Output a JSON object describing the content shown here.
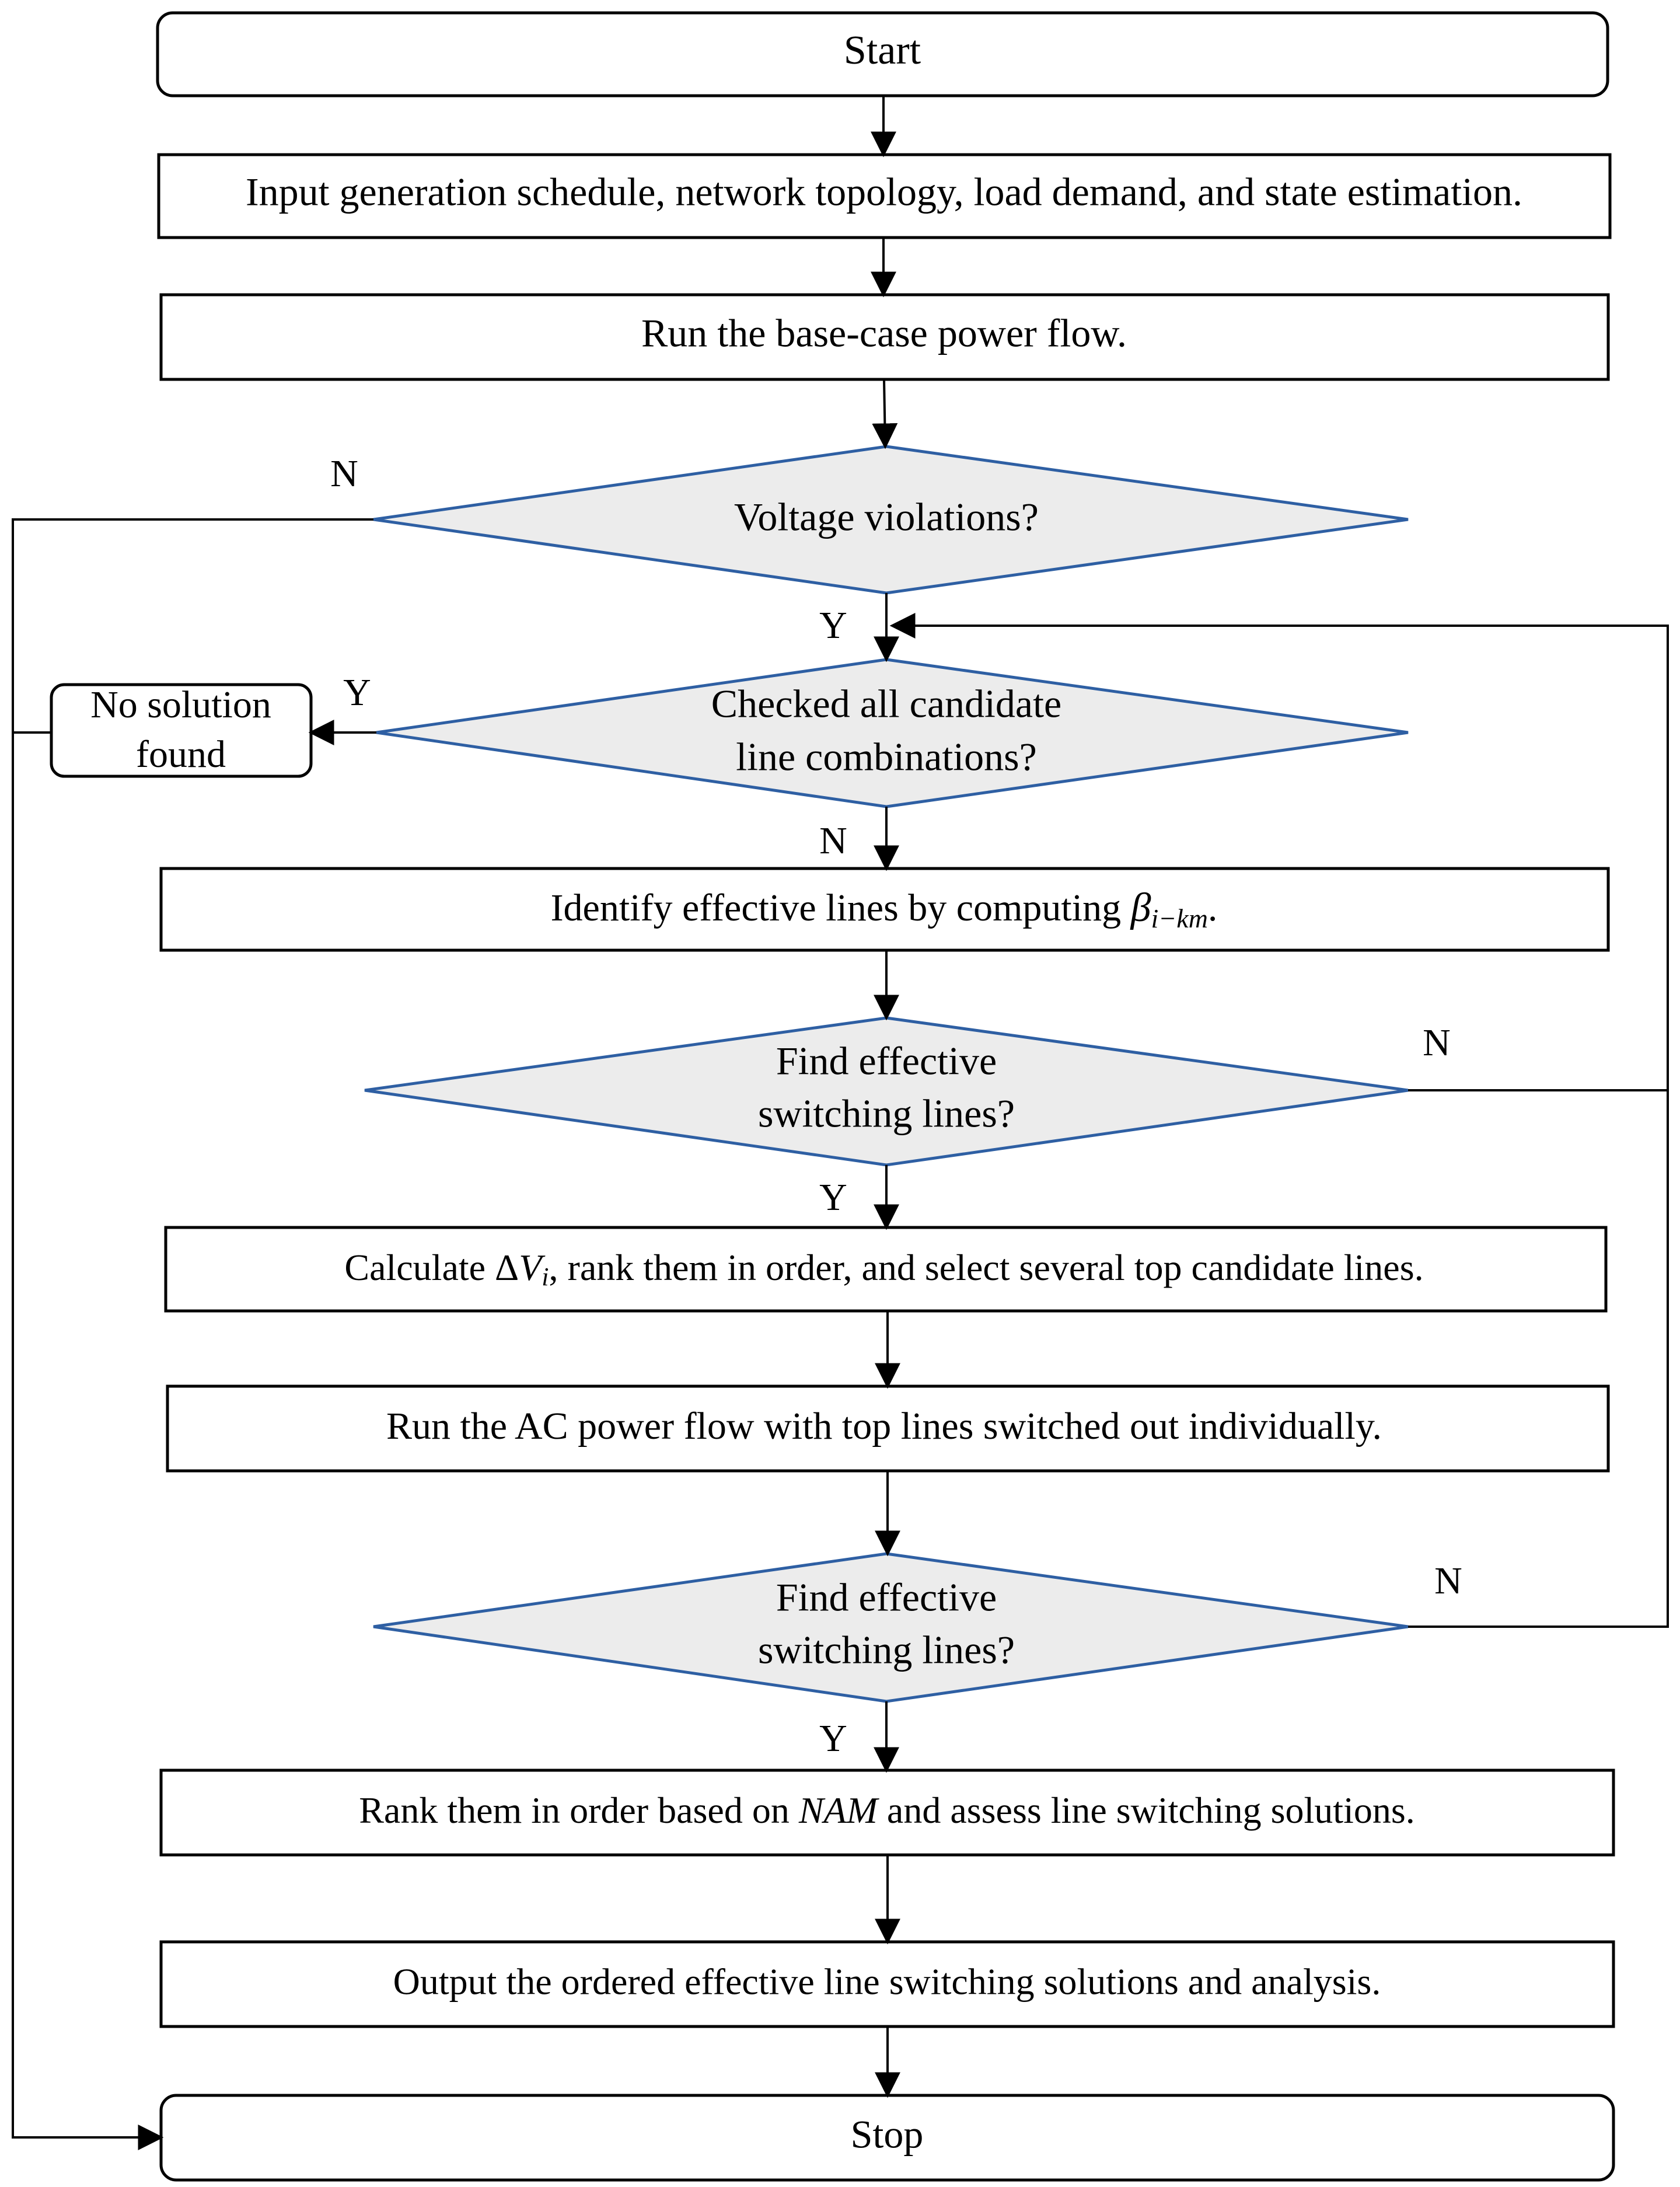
{
  "nodes": {
    "start": "Start",
    "input": "Input generation schedule, network topology, load demand, and state estimation.",
    "base_flow": "Run the base-case power flow.",
    "voltage_q": "Voltage violations?",
    "checked_q_1": "Checked all candidate",
    "checked_q_2": "line combinations?",
    "no_solution_1": "No solution",
    "no_solution_2": "found",
    "identify_pre": "Identify effective lines by computing ",
    "identify_beta": "β",
    "identify_sub": "i−km",
    "identify_post": ".",
    "find1_1": "Find effective",
    "find1_2": "switching lines?",
    "calc_pre": "Calculate Δ",
    "calc_v": "V",
    "calc_sub": "i",
    "calc_post": ", rank them in order, and select several top candidate lines.",
    "run_ac": "Run the AC power flow with top lines switched out individually.",
    "find2_1": "Find effective",
    "find2_2": "switching lines?",
    "rank_pre": "Rank them in order based on ",
    "rank_nam": "NAM",
    "rank_post": " and assess line switching solutions.",
    "output": "Output the ordered effective line switching solutions and analysis.",
    "stop": "Stop"
  },
  "branch_labels": {
    "yes": "Y",
    "no": "N"
  },
  "colors": {
    "decision_fill": "#ececec",
    "decision_stroke": "#2e5fa3",
    "box_stroke": "#000000"
  }
}
